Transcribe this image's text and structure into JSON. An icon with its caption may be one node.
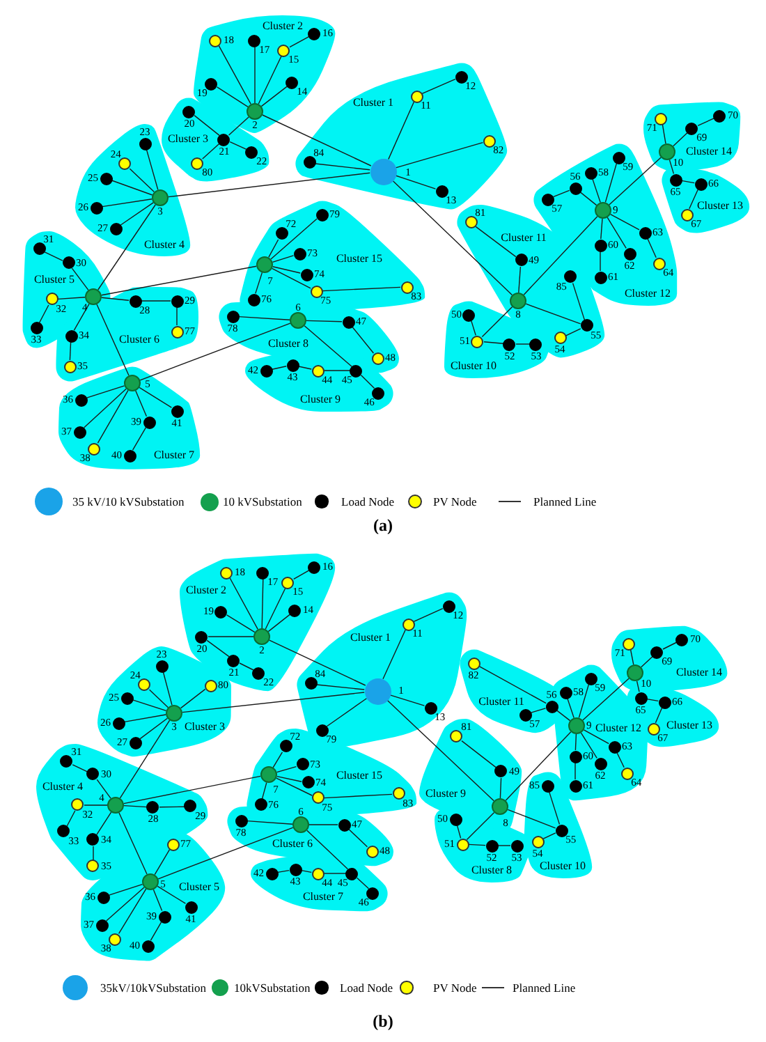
{
  "diagram": {
    "nodes": [
      {
        "text": [
          "Cluster 1"
        ]
      },
      {
        "text": [],
        "shape": "circle",
        "beside": [
          "1"
        ],
        "in": 0
      },
      {
        "text": [],
        "shape": "circle",
        "beside": [
          "11"
        ],
        "in": 0
      },
      {
        "text": [],
        "shape": "circle",
        "beside": [
          "12"
        ],
        "in": 0
      },
      {
        "text": [],
        "shape": "circle",
        "beside": [
          "13"
        ],
        "in": 0
      },
      {
        "text": [],
        "shape": "circle",
        "beside": [
          "82"
        ],
        "in": 0
      },
      {
        "text": [],
        "shape": "circle",
        "beside": [
          "84"
        ],
        "in": 0
      },
      {
        "text": [
          "Cluster 2"
        ]
      },
      {
        "text": [],
        "shape": "circle",
        "beside": [
          "2"
        ],
        "in": 7
      },
      {
        "text": [],
        "shape": "circle",
        "beside": [
          "14"
        ],
        "in": 7
      },
      {
        "text": [],
        "shape": "circle",
        "beside": [
          "15"
        ],
        "in": 7
      },
      {
        "text": [],
        "shape": "circle",
        "beside": [
          "16"
        ],
        "in": 7
      },
      {
        "text": [],
        "shape": "circle",
        "beside": [
          "17"
        ],
        "in": 7
      },
      {
        "text": [],
        "shape": "circle",
        "beside": [
          "18"
        ],
        "in": 7
      },
      {
        "text": [],
        "shape": "circle",
        "beside": [
          "19"
        ],
        "in": 7
      },
      {
        "text": [
          "Cluster 3"
        ]
      },
      {
        "text": [],
        "shape": "circle",
        "beside": [
          "20"
        ],
        "in": 15
      },
      {
        "text": [],
        "shape": "circle",
        "beside": [
          "21"
        ],
        "in": 15
      },
      {
        "text": [],
        "shape": "circle",
        "beside": [
          "22"
        ],
        "in": 15
      },
      {
        "text": [],
        "shape": "circle",
        "beside": [
          "80"
        ],
        "in": 15
      },
      {
        "text": [
          "Cluster 4"
        ]
      },
      {
        "text": [],
        "shape": "circle",
        "beside": [
          "3"
        ],
        "in": 20
      },
      {
        "text": [],
        "shape": "circle",
        "beside": [
          "23"
        ],
        "in": 20
      },
      {
        "text": [],
        "shape": "circle",
        "beside": [
          "24"
        ],
        "in": 20
      },
      {
        "text": [],
        "shape": "circle",
        "beside": [
          "25"
        ],
        "in": 20
      },
      {
        "text": [],
        "shape": "circle",
        "beside": [
          "26"
        ],
        "in": 20
      },
      {
        "text": [],
        "shape": "circle",
        "beside": [
          "27"
        ],
        "in": 20
      },
      {
        "text": [
          "Cluster 5"
        ]
      },
      {
        "text": [],
        "shape": "circle",
        "beside": [
          "4"
        ],
        "in": 27
      },
      {
        "text": [],
        "shape": "circle",
        "beside": [
          "30"
        ],
        "in": 27
      },
      {
        "text": [],
        "shape": "circle",
        "beside": [
          "31"
        ],
        "in": 27
      },
      {
        "text": [],
        "shape": "circle",
        "beside": [
          "32"
        ],
        "in": 27
      },
      {
        "text": [],
        "shape": "circle",
        "beside": [
          "33"
        ],
        "in": 27
      },
      {
        "text": [
          "Cluster 6"
        ]
      },
      {
        "text": [],
        "shape": "circle",
        "beside": [
          "28"
        ],
        "in": 33
      },
      {
        "text": [],
        "shape": "circle",
        "beside": [
          "29"
        ],
        "in": 33
      },
      {
        "text": [],
        "shape": "circle",
        "beside": [
          "34"
        ],
        "in": 33
      },
      {
        "text": [],
        "shape": "circle",
        "beside": [
          "35"
        ],
        "in": 33
      },
      {
        "text": [],
        "shape": "circle",
        "beside": [
          "77"
        ],
        "in": 33
      },
      {
        "text": [
          "Cluster 7"
        ]
      },
      {
        "text": [],
        "shape": "circle",
        "beside": [
          "5"
        ],
        "in": 39
      },
      {
        "text": [],
        "shape": "circle",
        "beside": [
          "36"
        ],
        "in": 39
      },
      {
        "text": [],
        "shape": "circle",
        "beside": [
          "37"
        ],
        "in": 39
      },
      {
        "text": [],
        "shape": "circle",
        "beside": [
          "38"
        ],
        "in": 39
      },
      {
        "text": [],
        "shape": "circle",
        "beside": [
          "39"
        ],
        "in": 39
      },
      {
        "text": [],
        "shape": "circle",
        "beside": [
          "40"
        ],
        "in": 39
      },
      {
        "text": [],
        "shape": "circle",
        "beside": [
          "41"
        ],
        "in": 39
      },
      {
        "text": [
          "Cluster 8"
        ]
      },
      {
        "text": [],
        "shape": "circle",
        "beside": [
          "6"
        ],
        "in": 47
      },
      {
        "text": [],
        "shape": "circle",
        "beside": [
          "47"
        ],
        "in": 47
      },
      {
        "text": [],
        "shape": "circle",
        "beside": [
          "48"
        ],
        "in": 47
      },
      {
        "text": [],
        "shape": "circle",
        "beside": [
          "78"
        ],
        "in": 47
      },
      {
        "text": [
          "Cluster 9"
        ]
      },
      {
        "text": [],
        "shape": "circle",
        "beside": [
          "42"
        ],
        "in": 52
      },
      {
        "text": [],
        "shape": "circle",
        "beside": [
          "43"
        ],
        "in": 52
      },
      {
        "text": [],
        "shape": "circle",
        "beside": [
          "44"
        ],
        "in": 52
      },
      {
        "text": [],
        "shape": "circle",
        "beside": [
          "45"
        ],
        "in": 52
      },
      {
        "text": [],
        "shape": "circle",
        "beside": [
          "46"
        ],
        "in": 52
      },
      {
        "text": [
          "Cluster 10"
        ]
      },
      {
        "text": [],
        "shape": "circle",
        "beside": [
          "50"
        ],
        "in": 58
      },
      {
        "text": [],
        "shape": "circle",
        "beside": [
          "51"
        ],
        "in": 58
      },
      {
        "text": [],
        "shape": "circle",
        "beside": [
          "52"
        ],
        "in": 58
      },
      {
        "text": [],
        "shape": "circle",
        "beside": [
          "53"
        ],
        "in": 58
      },
      {
        "text": [
          "Cluster 11"
        ]
      },
      {
        "text": [],
        "shape": "circle",
        "beside": [
          "8"
        ],
        "in": 63
      },
      {
        "text": [],
        "shape": "circle",
        "beside": [
          "49"
        ],
        "in": 63
      },
      {
        "text": [],
        "shape": "circle",
        "beside": [
          "54"
        ],
        "in": 63
      },
      {
        "text": [],
        "shape": "circle",
        "beside": [
          "55"
        ],
        "in": 63
      },
      {
        "text": [],
        "shape": "circle",
        "beside": [
          "81"
        ],
        "in": 63
      },
      {
        "text": [],
        "shape": "circle",
        "beside": [
          "85"
        ],
        "in": 63
      },
      {
        "text": [
          "Cluster 12"
        ]
      },
      {
        "text": [],
        "shape": "circle",
        "beside": [
          "9"
        ],
        "in": 70
      },
      {
        "text": [],
        "shape": "circle",
        "beside": [
          "56"
        ],
        "in": 70
      },
      {
        "text": [],
        "shape": "circle",
        "beside": [
          "57"
        ],
        "in": 70
      },
      {
        "text": [],
        "shape": "circle",
        "beside": [
          "58"
        ],
        "in": 70
      },
      {
        "text": [],
        "shape": "circle",
        "beside": [
          "59"
        ],
        "in": 70
      },
      {
        "text": [],
        "shape": "circle",
        "beside": [
          "60"
        ],
        "in": 70
      },
      {
        "text": [],
        "shape": "circle",
        "beside": [
          "61"
        ],
        "in": 70
      },
      {
        "text": [],
        "shape": "circle",
        "beside": [
          "62"
        ],
        "in": 70
      },
      {
        "text": [],
        "shape": "circle",
        "beside": [
          "63"
        ],
        "in": 70
      },
      {
        "text": [],
        "shape": "circle",
        "beside": [
          "64"
        ],
        "in": 70
      },
      {
        "text": [
          "Cluster 13"
        ]
      },
      {
        "text": [],
        "shape": "circle",
        "beside": [
          "65"
        ],
        "in": 81
      },
      {
        "text": [],
        "shape": "circle",
        "beside": [
          "66"
        ],
        "in": 81
      },
      {
        "text": [],
        "shape": "circle",
        "beside": [
          "67"
        ],
        "in": 81
      },
      {
        "text": [
          "Cluster 14"
        ]
      },
      {
        "text": [],
        "shape": "circle",
        "beside": [
          "10"
        ],
        "in": 85
      },
      {
        "text": [],
        "shape": "circle",
        "beside": [
          "69"
        ],
        "in": 85
      },
      {
        "text": [],
        "shape": "circle",
        "beside": [
          "70"
        ],
        "in": 85
      },
      {
        "text": [],
        "shape": "circle",
        "beside": [
          "71"
        ],
        "in": 85
      },
      {
        "text": [
          "Cluster 15"
        ]
      },
      {
        "text": [],
        "shape": "circle",
        "beside": [
          "7"
        ],
        "in": 90
      },
      {
        "text": [],
        "shape": "circle",
        "beside": [
          "72"
        ],
        "in": 90
      },
      {
        "text": [],
        "shape": "circle",
        "beside": [
          "73"
        ],
        "in": 90
      },
      {
        "text": [],
        "shape": "circle",
        "beside": [
          "74"
        ],
        "in": 90
      },
      {
        "text": [],
        "shape": "circle",
        "beside": [
          "75"
        ],
        "in": 90
      },
      {
        "text": [],
        "shape": "circle",
        "beside": [
          "76"
        ],
        "in": 90
      },
      {
        "text": [],
        "shape": "circle",
        "beside": [
          "79"
        ],
        "in": 90
      },
      {
        "text": [],
        "shape": "circle",
        "beside": [
          "83"
        ],
        "in": 90
      },
      {
        "text": [
          "Cluster 1"
        ]
      },
      {
        "text": [],
        "shape": "circle",
        "beside": [
          "1"
        ],
        "in": 99
      },
      {
        "text": [],
        "shape": "circle",
        "beside": [
          "11"
        ],
        "in": 99
      },
      {
        "text": [],
        "shape": "circle",
        "beside": [
          "12"
        ],
        "in": 99
      },
      {
        "text": [],
        "shape": "circle",
        "beside": [
          "13"
        ],
        "in": 99
      },
      {
        "text": [],
        "shape": "circle",
        "beside": [
          "79"
        ],
        "in": 99
      },
      {
        "text": [],
        "shape": "circle",
        "beside": [
          "84"
        ],
        "in": 99
      },
      {
        "text": [
          "Cluster 2"
        ]
      },
      {
        "text": [],
        "shape": "circle",
        "beside": [
          "2"
        ],
        "in": 106
      },
      {
        "text": [],
        "shape": "circle",
        "beside": [
          "14"
        ],
        "in": 106
      },
      {
        "text": [],
        "shape": "circle",
        "beside": [
          "15"
        ],
        "in": 106
      },
      {
        "text": [],
        "shape": "circle",
        "beside": [
          "16"
        ],
        "in": 106
      },
      {
        "text": [],
        "shape": "circle",
        "beside": [
          "17"
        ],
        "in": 106
      },
      {
        "text": [],
        "shape": "circle",
        "beside": [
          "18"
        ],
        "in": 106
      },
      {
        "text": [],
        "shape": "circle",
        "beside": [
          "19"
        ],
        "in": 106
      },
      {
        "text": [],
        "shape": "circle",
        "beside": [
          "20"
        ],
        "in": 106
      },
      {
        "text": [],
        "shape": "circle",
        "beside": [
          "21"
        ],
        "in": 106
      },
      {
        "text": [],
        "shape": "circle",
        "beside": [
          "22"
        ],
        "in": 106
      },
      {
        "text": [
          "Cluster 3"
        ]
      },
      {
        "text": [],
        "shape": "circle",
        "beside": [
          "3"
        ],
        "in": 117
      },
      {
        "text": [],
        "shape": "circle",
        "beside": [
          "23"
        ],
        "in": 117
      },
      {
        "text": [],
        "shape": "circle",
        "beside": [
          "24"
        ],
        "in": 117
      },
      {
        "text": [],
        "shape": "circle",
        "beside": [
          "25"
        ],
        "in": 117
      },
      {
        "text": [],
        "shape": "circle",
        "beside": [
          "26"
        ],
        "in": 117
      },
      {
        "text": [],
        "shape": "circle",
        "beside": [
          "27"
        ],
        "in": 117
      },
      {
        "text": [],
        "shape": "circle",
        "beside": [
          "80"
        ],
        "in": 117
      },
      {
        "text": [
          "Cluster 4"
        ]
      },
      {
        "text": [],
        "shape": "circle",
        "beside": [
          "4"
        ],
        "in": 125
      },
      {
        "text": [],
        "shape": "circle",
        "beside": [
          "28"
        ],
        "in": 125
      },
      {
        "text": [],
        "shape": "circle",
        "beside": [
          "29"
        ],
        "in": 125
      },
      {
        "text": [],
        "shape": "circle",
        "beside": [
          "30"
        ],
        "in": 125
      },
      {
        "text": [],
        "shape": "circle",
        "beside": [
          "31"
        ],
        "in": 125
      },
      {
        "text": [],
        "shape": "circle",
        "beside": [
          "32"
        ],
        "in": 125
      },
      {
        "text": [],
        "shape": "circle",
        "beside": [
          "33"
        ],
        "in": 125
      },
      {
        "text": [],
        "shape": "circle",
        "beside": [
          "34"
        ],
        "in": 125
      },
      {
        "text": [],
        "shape": "circle",
        "beside": [
          "35"
        ],
        "in": 125
      },
      {
        "text": [
          "Cluster 5"
        ]
      },
      {
        "text": [],
        "shape": "circle",
        "beside": [
          "5"
        ],
        "in": 135
      },
      {
        "text": [],
        "shape": "circle",
        "beside": [
          "36"
        ],
        "in": 135
      },
      {
        "text": [],
        "shape": "circle",
        "beside": [
          "37"
        ],
        "in": 135
      },
      {
        "text": [],
        "shape": "circle",
        "beside": [
          "38"
        ],
        "in": 135
      },
      {
        "text": [],
        "shape": "circle",
        "beside": [
          "39"
        ],
        "in": 135
      },
      {
        "text": [],
        "shape": "circle",
        "beside": [
          "40"
        ],
        "in": 135
      },
      {
        "text": [],
        "shape": "circle",
        "beside": [
          "41"
        ],
        "in": 135
      },
      {
        "text": [],
        "shape": "circle",
        "beside": [
          "77"
        ],
        "in": 135
      },
      {
        "text": [
          "Cluster 6"
        ]
      },
      {
        "text": [],
        "shape": "circle",
        "beside": [
          "6"
        ],
        "in": 144
      },
      {
        "text": [],
        "shape": "circle",
        "beside": [
          "47"
        ],
        "in": 144
      },
      {
        "text": [],
        "shape": "circle",
        "beside": [
          "48"
        ],
        "in": 144
      },
      {
        "text": [],
        "shape": "circle",
        "beside": [
          "78"
        ],
        "in": 144
      },
      {
        "text": [
          "Cluster 7"
        ]
      },
      {
        "text": [],
        "shape": "circle",
        "beside": [
          "42"
        ],
        "in": 149
      },
      {
        "text": [],
        "shape": "circle",
        "beside": [
          "43"
        ],
        "in": 149
      },
      {
        "text": [],
        "shape": "circle",
        "beside": [
          "44"
        ],
        "in": 149
      },
      {
        "text": [],
        "shape": "circle",
        "beside": [
          "45"
        ],
        "in": 149
      },
      {
        "text": [],
        "shape": "circle",
        "beside": [
          "46"
        ],
        "in": 149
      },
      {
        "text": [
          "Cluster 8"
        ]
      },
      {
        "text": [],
        "shape": "circle",
        "beside": [
          "50"
        ],
        "in": 155
      },
      {
        "text": [],
        "shape": "circle",
        "beside": [
          "51"
        ],
        "in": 155
      },
      {
        "text": [],
        "shape": "circle",
        "beside": [
          "52"
        ],
        "in": 155
      },
      {
        "text": [],
        "shape": "circle",
        "beside": [
          "53"
        ],
        "in": 155
      },
      {
        "text": [
          "Cluster 9"
        ]
      },
      {
        "text": [],
        "shape": "circle",
        "beside": [
          "8"
        ],
        "in": 160
      },
      {
        "text": [],
        "shape": "circle",
        "beside": [
          "49"
        ],
        "in": 160
      },
      {
        "text": [],
        "shape": "circle",
        "beside": [
          "81"
        ],
        "in": 160
      },
      {
        "text": [
          "Cluster 10"
        ]
      },
      {
        "text": [],
        "shape": "circle",
        "beside": [
          "54"
        ],
        "in": 164
      },
      {
        "text": [],
        "shape": "circle",
        "beside": [
          "55"
        ],
        "in": 164
      },
      {
        "text": [],
        "shape": "circle",
        "beside": [
          "85"
        ],
        "in": 164
      },
      {
        "text": [
          "Cluster 11"
        ]
      },
      {
        "text": [],
        "shape": "circle",
        "beside": [
          "56"
        ],
        "in": 168
      },
      {
        "text": [],
        "shape": "circle",
        "beside": [
          "57"
        ],
        "in": 168
      },
      {
        "text": [],
        "shape": "circle",
        "beside": [
          "82"
        ],
        "in": 168
      },
      {
        "text": [
          "Cluster 12"
        ]
      },
      {
        "text": [],
        "shape": "circle",
        "beside": [
          "9"
        ],
        "in": 172
      },
      {
        "text": [],
        "shape": "circle",
        "beside": [
          "58"
        ],
        "in": 172
      },
      {
        "text": [],
        "shape": "circle",
        "beside": [
          "59"
        ],
        "in": 172
      },
      {
        "text": [],
        "shape": "circle",
        "beside": [
          "60"
        ],
        "in": 172
      },
      {
        "text": [],
        "shape": "circle",
        "beside": [
          "61"
        ],
        "in": 172
      },
      {
        "text": [],
        "shape": "circle",
        "beside": [
          "62"
        ],
        "in": 172
      },
      {
        "text": [],
        "shape": "circle",
        "beside": [
          "63"
        ],
        "in": 172
      },
      {
        "text": [],
        "shape": "circle",
        "beside": [
          "64"
        ],
        "in": 172
      },
      {
        "text": [
          "Cluster 13"
        ]
      },
      {
        "text": [],
        "shape": "circle",
        "beside": [
          "65"
        ],
        "in": 181
      },
      {
        "text": [],
        "shape": "circle",
        "beside": [
          "66"
        ],
        "in": 181
      },
      {
        "text": [],
        "shape": "circle",
        "beside": [
          "67"
        ],
        "in": 181
      },
      {
        "text": [
          "Cluster 14"
        ]
      },
      {
        "text": [],
        "shape": "circle",
        "beside": [
          "10"
        ],
        "in": 185
      },
      {
        "text": [],
        "shape": "circle",
        "beside": [
          "69"
        ],
        "in": 185
      },
      {
        "text": [],
        "shape": "circle",
        "beside": [
          "70"
        ],
        "in": 185
      },
      {
        "text": [],
        "shape": "circle",
        "beside": [
          "71"
        ],
        "in": 185
      },
      {
        "text": [
          "Cluster 15"
        ]
      },
      {
        "text": [],
        "shape": "circle",
        "beside": [
          "7"
        ],
        "in": 190
      },
      {
        "text": [],
        "shape": "circle",
        "beside": [
          "72"
        ],
        "in": 190
      },
      {
        "text": [],
        "shape": "circle",
        "beside": [
          "73"
        ],
        "in": 190
      },
      {
        "text": [],
        "shape": "circle",
        "beside": [
          "74"
        ],
        "in": 190
      },
      {
        "text": [],
        "shape": "circle",
        "beside": [
          "75"
        ],
        "in": 190
      },
      {
        "text": [],
        "shape": "circle",
        "beside": [
          "76"
        ],
        "in": 190
      },
      {
        "text": [],
        "shape": "circle",
        "beside": [
          "83"
        ],
        "in": 190
      }
    ],
    "edges": [
      {
        "from": 1,
        "to": 8,
        "arrow": "none"
      },
      {
        "from": 1,
        "to": 21,
        "arrow": "none"
      },
      {
        "from": 1,
        "to": 64,
        "arrow": "none"
      },
      {
        "from": 1,
        "to": 2,
        "arrow": "none"
      },
      {
        "from": 2,
        "to": 3,
        "arrow": "none"
      },
      {
        "from": 1,
        "to": 5,
        "arrow": "none"
      },
      {
        "from": 1,
        "to": 4,
        "arrow": "none"
      },
      {
        "from": 1,
        "to": 6,
        "arrow": "none"
      },
      {
        "from": 8,
        "to": 9,
        "arrow": "none"
      },
      {
        "from": 8,
        "to": 10,
        "arrow": "none"
      },
      {
        "from": 10,
        "to": 11,
        "arrow": "none"
      },
      {
        "from": 8,
        "to": 12,
        "arrow": "none"
      },
      {
        "from": 8,
        "to": 13,
        "arrow": "none"
      },
      {
        "from": 8,
        "to": 14,
        "arrow": "none"
      },
      {
        "from": 8,
        "to": 17,
        "arrow": "none"
      },
      {
        "from": 17,
        "to": 16,
        "arrow": "none"
      },
      {
        "from": 17,
        "to": 18,
        "arrow": "none"
      },
      {
        "from": 17,
        "to": 19,
        "arrow": "none"
      },
      {
        "from": 21,
        "to": 22,
        "arrow": "none"
      },
      {
        "from": 21,
        "to": 23,
        "arrow": "none"
      },
      {
        "from": 21,
        "to": 24,
        "arrow": "none"
      },
      {
        "from": 21,
        "to": 25,
        "arrow": "none"
      },
      {
        "from": 21,
        "to": 26,
        "arrow": "none"
      },
      {
        "from": 21,
        "to": 28,
        "arrow": "none"
      },
      {
        "from": 28,
        "to": 29,
        "arrow": "none"
      },
      {
        "from": 29,
        "to": 30,
        "arrow": "none"
      },
      {
        "from": 28,
        "to": 31,
        "arrow": "none"
      },
      {
        "from": 31,
        "to": 32,
        "arrow": "none"
      },
      {
        "from": 28,
        "to": 34,
        "arrow": "none"
      },
      {
        "from": 34,
        "to": 35,
        "arrow": "none"
      },
      {
        "from": 35,
        "to": 38,
        "arrow": "none"
      },
      {
        "from": 28,
        "to": 36,
        "arrow": "none"
      },
      {
        "from": 36,
        "to": 37,
        "arrow": "none"
      },
      {
        "from": 28,
        "to": 40,
        "arrow": "none"
      },
      {
        "from": 28,
        "to": 91,
        "arrow": "none"
      },
      {
        "from": 40,
        "to": 41,
        "arrow": "none"
      },
      {
        "from": 40,
        "to": 42,
        "arrow": "none"
      },
      {
        "from": 40,
        "to": 43,
        "arrow": "none"
      },
      {
        "from": 40,
        "to": 44,
        "arrow": "none"
      },
      {
        "from": 44,
        "to": 45,
        "arrow": "none"
      },
      {
        "from": 40,
        "to": 46,
        "arrow": "none"
      },
      {
        "from": 40,
        "to": 48,
        "arrow": "none"
      },
      {
        "from": 48,
        "to": 51,
        "arrow": "none"
      },
      {
        "from": 48,
        "to": 49,
        "arrow": "none"
      },
      {
        "from": 49,
        "to": 50,
        "arrow": "none"
      },
      {
        "from": 48,
        "to": 56,
        "arrow": "none"
      },
      {
        "from": 56,
        "to": 57,
        "arrow": "none"
      },
      {
        "from": 56,
        "to": 55,
        "arrow": "none"
      },
      {
        "from": 55,
        "to": 54,
        "arrow": "none"
      },
      {
        "from": 54,
        "to": 53,
        "arrow": "none"
      },
      {
        "from": 91,
        "to": 92,
        "arrow": "none"
      },
      {
        "from": 91,
        "to": 97,
        "arrow": "none"
      },
      {
        "from": 91,
        "to": 93,
        "arrow": "none"
      },
      {
        "from": 91,
        "to": 94,
        "arrow": "none"
      },
      {
        "from": 91,
        "to": 95,
        "arrow": "none"
      },
      {
        "from": 95,
        "to": 98,
        "arrow": "none"
      },
      {
        "from": 91,
        "to": 96,
        "arrow": "none"
      },
      {
        "from": 64,
        "to": 65,
        "arrow": "none"
      },
      {
        "from": 65,
        "to": 68,
        "arrow": "none"
      },
      {
        "from": 64,
        "to": 67,
        "arrow": "none"
      },
      {
        "from": 67,
        "to": 69,
        "arrow": "none"
      },
      {
        "from": 67,
        "to": 66,
        "arrow": "none"
      },
      {
        "from": 64,
        "to": 60,
        "arrow": "none"
      },
      {
        "from": 60,
        "to": 59,
        "arrow": "none"
      },
      {
        "from": 60,
        "to": 61,
        "arrow": "none"
      },
      {
        "from": 61,
        "to": 62,
        "arrow": "none"
      },
      {
        "from": 64,
        "to": 71,
        "arrow": "none"
      },
      {
        "from": 71,
        "to": 72,
        "arrow": "none"
      },
      {
        "from": 72,
        "to": 73,
        "arrow": "none"
      },
      {
        "from": 71,
        "to": 74,
        "arrow": "none"
      },
      {
        "from": 71,
        "to": 75,
        "arrow": "none"
      },
      {
        "from": 71,
        "to": 76,
        "arrow": "none"
      },
      {
        "from": 76,
        "to": 77,
        "arrow": "none"
      },
      {
        "from": 71,
        "to": 78,
        "arrow": "none"
      },
      {
        "from": 71,
        "to": 79,
        "arrow": "none"
      },
      {
        "from": 79,
        "to": 80,
        "arrow": "none"
      },
      {
        "from": 71,
        "to": 86,
        "arrow": "none"
      },
      {
        "from": 86,
        "to": 89,
        "arrow": "none"
      },
      {
        "from": 86,
        "to": 87,
        "arrow": "none"
      },
      {
        "from": 87,
        "to": 88,
        "arrow": "none"
      },
      {
        "from": 86,
        "to": 82,
        "arrow": "none"
      },
      {
        "from": 82,
        "to": 83,
        "arrow": "none"
      },
      {
        "from": 83,
        "to": 84,
        "arrow": "none"
      },
      {
        "from": 100,
        "to": 107,
        "arrow": "none"
      },
      {
        "from": 100,
        "to": 118,
        "arrow": "none"
      },
      {
        "from": 100,
        "to": 161,
        "arrow": "none"
      },
      {
        "from": 100,
        "to": 101,
        "arrow": "none"
      },
      {
        "from": 101,
        "to": 102,
        "arrow": "none"
      },
      {
        "from": 100,
        "to": 103,
        "arrow": "none"
      },
      {
        "from": 100,
        "to": 105,
        "arrow": "none"
      },
      {
        "from": 100,
        "to": 104,
        "arrow": "none"
      },
      {
        "from": 107,
        "to": 108,
        "arrow": "none"
      },
      {
        "from": 107,
        "to": 109,
        "arrow": "none"
      },
      {
        "from": 109,
        "to": 110,
        "arrow": "none"
      },
      {
        "from": 107,
        "to": 111,
        "arrow": "none"
      },
      {
        "from": 107,
        "to": 112,
        "arrow": "none"
      },
      {
        "from": 107,
        "to": 113,
        "arrow": "none"
      },
      {
        "from": 107,
        "to": 114,
        "arrow": "none"
      },
      {
        "from": 114,
        "to": 115,
        "arrow": "none"
      },
      {
        "from": 115,
        "to": 116,
        "arrow": "none"
      },
      {
        "from": 118,
        "to": 119,
        "arrow": "none"
      },
      {
        "from": 118,
        "to": 120,
        "arrow": "none"
      },
      {
        "from": 118,
        "to": 121,
        "arrow": "none"
      },
      {
        "from": 118,
        "to": 122,
        "arrow": "none"
      },
      {
        "from": 118,
        "to": 123,
        "arrow": "none"
      },
      {
        "from": 118,
        "to": 124,
        "arrow": "none"
      },
      {
        "from": 118,
        "to": 126,
        "arrow": "none"
      },
      {
        "from": 126,
        "to": 129,
        "arrow": "none"
      },
      {
        "from": 129,
        "to": 130,
        "arrow": "none"
      },
      {
        "from": 126,
        "to": 131,
        "arrow": "none"
      },
      {
        "from": 131,
        "to": 132,
        "arrow": "none"
      },
      {
        "from": 126,
        "to": 133,
        "arrow": "none"
      },
      {
        "from": 133,
        "to": 134,
        "arrow": "none"
      },
      {
        "from": 126,
        "to": 127,
        "arrow": "none"
      },
      {
        "from": 127,
        "to": 128,
        "arrow": "none"
      },
      {
        "from": 126,
        "to": 136,
        "arrow": "none"
      },
      {
        "from": 126,
        "to": 191,
        "arrow": "none"
      },
      {
        "from": 136,
        "to": 143,
        "arrow": "none"
      },
      {
        "from": 136,
        "to": 137,
        "arrow": "none"
      },
      {
        "from": 136,
        "to": 138,
        "arrow": "none"
      },
      {
        "from": 136,
        "to": 139,
        "arrow": "none"
      },
      {
        "from": 136,
        "to": 140,
        "arrow": "none"
      },
      {
        "from": 140,
        "to": 141,
        "arrow": "none"
      },
      {
        "from": 136,
        "to": 142,
        "arrow": "none"
      },
      {
        "from": 136,
        "to": 145,
        "arrow": "none"
      },
      {
        "from": 145,
        "to": 148,
        "arrow": "none"
      },
      {
        "from": 145,
        "to": 146,
        "arrow": "none"
      },
      {
        "from": 146,
        "to": 147,
        "arrow": "none"
      },
      {
        "from": 145,
        "to": 153,
        "arrow": "none"
      },
      {
        "from": 153,
        "to": 154,
        "arrow": "none"
      },
      {
        "from": 153,
        "to": 152,
        "arrow": "none"
      },
      {
        "from": 152,
        "to": 151,
        "arrow": "none"
      },
      {
        "from": 151,
        "to": 150,
        "arrow": "none"
      },
      {
        "from": 191,
        "to": 192,
        "arrow": "none"
      },
      {
        "from": 191,
        "to": 193,
        "arrow": "none"
      },
      {
        "from": 191,
        "to": 194,
        "arrow": "none"
      },
      {
        "from": 191,
        "to": 195,
        "arrow": "none"
      },
      {
        "from": 195,
        "to": 197,
        "arrow": "none"
      },
      {
        "from": 191,
        "to": 196,
        "arrow": "none"
      },
      {
        "from": 161,
        "to": 162,
        "arrow": "none"
      },
      {
        "from": 162,
        "to": 163,
        "arrow": "none"
      },
      {
        "from": 161,
        "to": 157,
        "arrow": "none"
      },
      {
        "from": 157,
        "to": 156,
        "arrow": "none"
      },
      {
        "from": 157,
        "to": 158,
        "arrow": "none"
      },
      {
        "from": 158,
        "to": 159,
        "arrow": "none"
      },
      {
        "from": 161,
        "to": 166,
        "arrow": "none"
      },
      {
        "from": 166,
        "to": 167,
        "arrow": "none"
      },
      {
        "from": 166,
        "to": 165,
        "arrow": "none"
      },
      {
        "from": 161,
        "to": 173,
        "arrow": "none"
      },
      {
        "from": 173,
        "to": 169,
        "arrow": "none"
      },
      {
        "from": 169,
        "to": 171,
        "arrow": "none"
      },
      {
        "from": 169,
        "to": 170,
        "arrow": "none"
      },
      {
        "from": 173,
        "to": 174,
        "arrow": "none"
      },
      {
        "from": 173,
        "to": 175,
        "arrow": "none"
      },
      {
        "from": 173,
        "to": 176,
        "arrow": "none"
      },
      {
        "from": 176,
        "to": 177,
        "arrow": "none"
      },
      {
        "from": 173,
        "to": 178,
        "arrow": "none"
      },
      {
        "from": 173,
        "to": 179,
        "arrow": "none"
      },
      {
        "from": 179,
        "to": 180,
        "arrow": "none"
      },
      {
        "from": 173,
        "to": 186,
        "arrow": "none"
      },
      {
        "from": 186,
        "to": 189,
        "arrow": "none"
      },
      {
        "from": 186,
        "to": 187,
        "arrow": "none"
      },
      {
        "from": 187,
        "to": 188,
        "arrow": "none"
      },
      {
        "from": 186,
        "to": 182,
        "arrow": "none"
      },
      {
        "from": 182,
        "to": 183,
        "arrow": "none"
      },
      {
        "from": 183,
        "to": 184,
        "arrow": "none"
      }
    ],
    "labels": [
      "(a)",
      "(b)"
    ],
    "legend": [
      {
        "text": "35 kV/10 kVSubstation",
        "color": "#1aa3e8"
      },
      {
        "text": "10 kVSubstation",
        "color": "#14a04e"
      },
      {
        "text": "Load Node",
        "color": "#000000"
      },
      {
        "text": "PV Node",
        "color": "#ffff00"
      },
      {
        "text": "Planned Line"
      },
      {
        "text": "35kV/10kVSubstation",
        "color": "#1aa3e8"
      },
      {
        "text": "10kVSubstation",
        "color": "#14a04e"
      },
      {
        "text": "Load Node",
        "color": "#000000"
      },
      {
        "text": "PV Node",
        "color": "#ffff00"
      },
      {
        "text": "Planned Line"
      }
    ]
  }
}
